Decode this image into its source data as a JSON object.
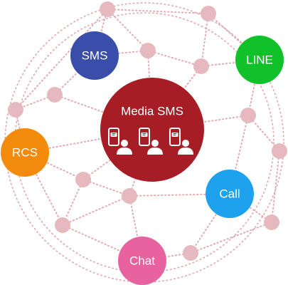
{
  "center": {
    "label": "Media SMS",
    "color": "#a71d25",
    "icon": "phone-message-user-icon"
  },
  "channels": [
    {
      "id": "sms",
      "label": "SMS",
      "color": "#3a4ea9"
    },
    {
      "id": "line",
      "label": "LINE",
      "color": "#11c12a"
    },
    {
      "id": "rcs",
      "label": "RCS",
      "color": "#f28a0c"
    },
    {
      "id": "call",
      "label": "Call",
      "color": "#1fa2ee"
    },
    {
      "id": "chat",
      "label": "Chat",
      "color": "#e862a0"
    }
  ],
  "colors": {
    "network_node": "#e6b9be",
    "network_line": "#e2a5ad"
  }
}
